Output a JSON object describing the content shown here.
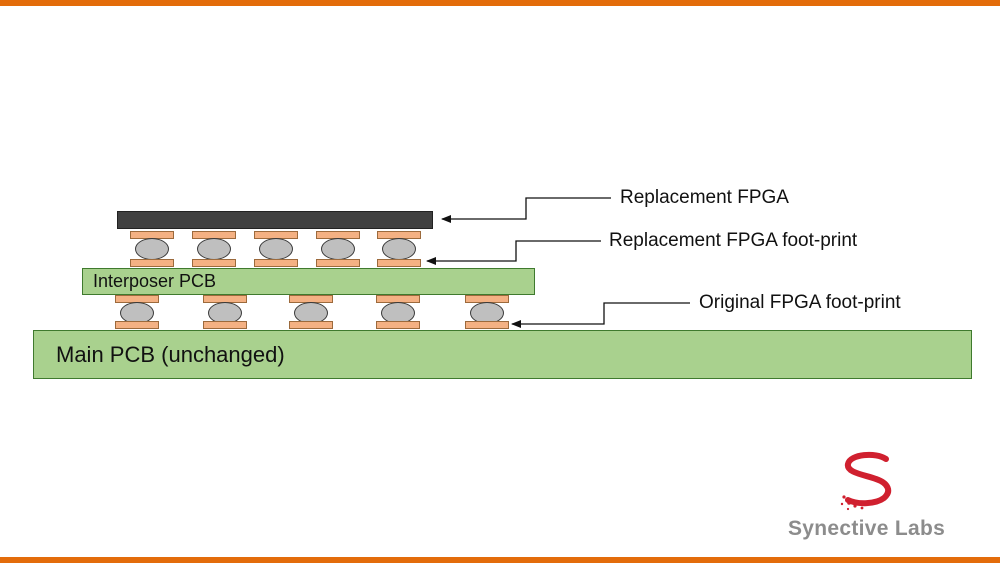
{
  "colors": {
    "accent_bar": "#e36c0a",
    "pcb_green": "#a9d18e",
    "pcb_border": "#3f7a2e",
    "fpga": "#404040",
    "pad": "#f4b183",
    "ball": "#bfbfbf",
    "logo_red": "#d0202f",
    "logo_text": "#8c8c8c"
  },
  "layers": {
    "main_pcb": "Main PCB (unchanged)",
    "interposer_pcb": "Interposer PCB"
  },
  "callouts": {
    "replacement_fpga": "Replacement FPGA",
    "replacement_footprint": "Replacement FPGA foot-print",
    "original_footprint": "Original FPGA foot-print"
  },
  "logo": {
    "text": "Synective Labs",
    "icon": "s-logo-icon"
  },
  "ball_rows": {
    "upper_count": 5,
    "lower_count": 5
  }
}
